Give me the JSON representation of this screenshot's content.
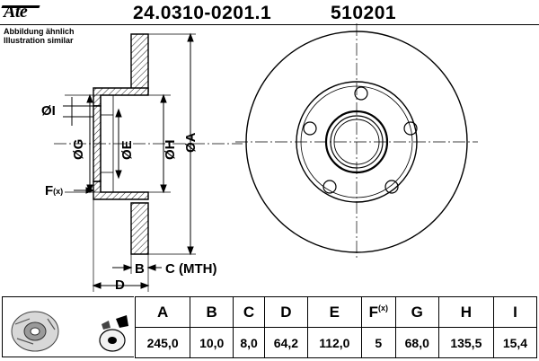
{
  "header": {
    "brand": "Ate",
    "part_number": "24.0310-0201.1",
    "ref_number": "510201"
  },
  "caption": {
    "line1": "Abbildung ähnlich",
    "line2": "Illustration similar"
  },
  "drawing_labels": {
    "i": "ØI",
    "g": "ØG",
    "e": "ØE",
    "h": "ØH",
    "a": "ØA",
    "f": "F",
    "f_sub": "(x)",
    "b": "B",
    "c": "C (MTH)",
    "d": "D"
  },
  "table": {
    "headers": [
      "A",
      "B",
      "C",
      "D",
      "E",
      "F",
      "G",
      "H",
      "I"
    ],
    "f_sub": "(x)",
    "values": [
      "245,0",
      "10,0",
      "8,0",
      "64,2",
      "112,0",
      "5",
      "68,0",
      "135,5",
      "15,4"
    ]
  }
}
